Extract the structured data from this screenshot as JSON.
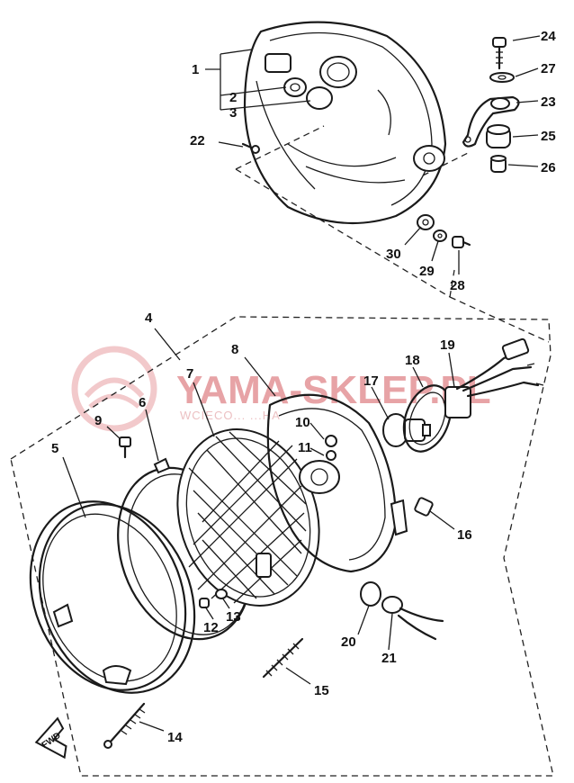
{
  "diagram": {
    "watermark": {
      "title": "YAMA-SKLEP.PL",
      "tagline": "WCIECO...    ...HA"
    },
    "direction_label": "FWD",
    "callouts": [
      "1",
      "2",
      "3",
      "4",
      "5",
      "6",
      "7",
      "8",
      "9",
      "10",
      "11",
      "12",
      "13",
      "14",
      "15",
      "16",
      "17",
      "18",
      "19",
      "20",
      "21",
      "22",
      "23",
      "24",
      "25",
      "26",
      "27",
      "28",
      "29",
      "30"
    ]
  }
}
